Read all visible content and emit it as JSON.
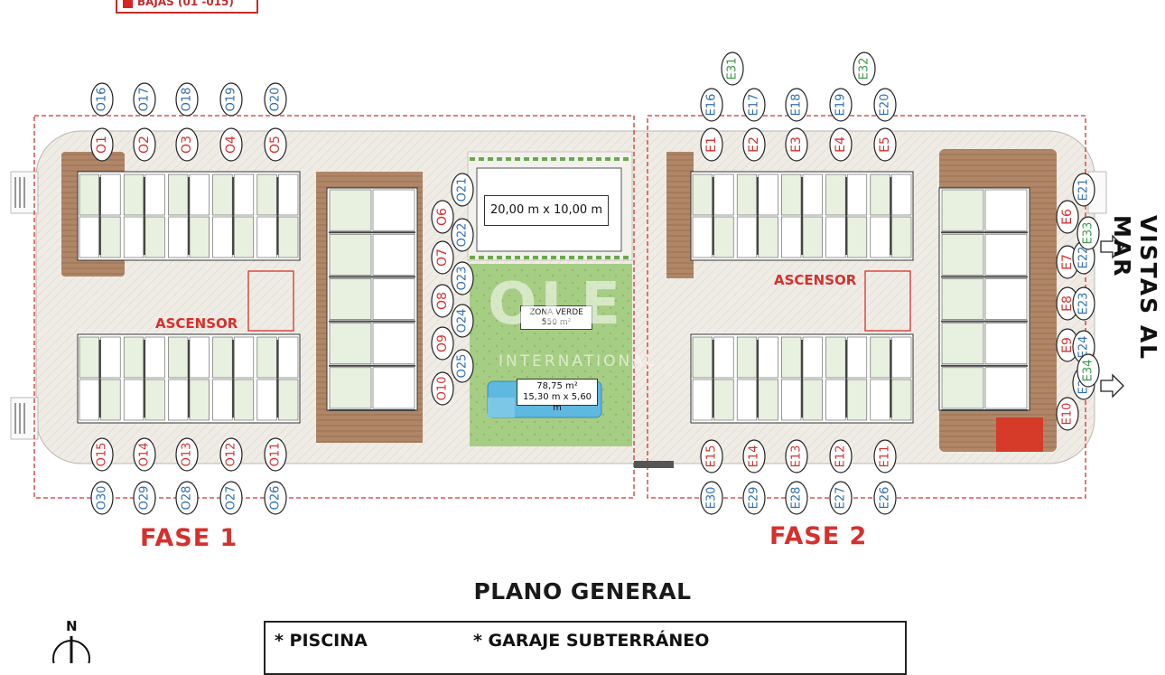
{
  "legend": {
    "label": "BAJAS (01 -015)",
    "color": "#d92424"
  },
  "phases": {
    "phase1": "FASE 1",
    "phase2": "FASE 2"
  },
  "title": "PLANO GENERAL",
  "notes": {
    "pool": "* PISCINA",
    "garage": "* GARAJE SUBTERRÁNEO"
  },
  "side_label": "VISTAS AL MAR",
  "dimensions": {
    "court": "20,00 m x 10,00 m"
  },
  "zona_verde": {
    "name": "ZONA VERDE",
    "area": "550 m²"
  },
  "pool": {
    "area": "78,75 m²",
    "size": "15,30 m x 5,60 m"
  },
  "elevator": "ASCENSOR",
  "watermark": {
    "logo": "OLE",
    "sub": "INTERNATIONAL"
  },
  "compass": "N",
  "colors": {
    "red": "#d6302d",
    "blue": "#2f6fb3",
    "green": "#3a9b4a",
    "ground": "#ece9e3",
    "wood": "#a77e5e",
    "lawn": "#9fca7e",
    "room": "#e8f0df",
    "pool": "#5fb8df"
  },
  "units": {
    "fase1_top_red": [
      "O1",
      "O2",
      "O3",
      "O4",
      "O5"
    ],
    "fase1_top_blue": [
      "O16",
      "O17",
      "O18",
      "O19",
      "O20"
    ],
    "fase1_bottom_red": [
      "O15",
      "O14",
      "O13",
      "O12",
      "O11"
    ],
    "fase1_bottom_blue": [
      "O30",
      "O29",
      "O28",
      "O27",
      "O26"
    ],
    "fase1_east_red": [
      "O6",
      "O7",
      "O8",
      "O9",
      "O10"
    ],
    "fase1_east_blue": [
      "O21",
      "O22",
      "O23",
      "O24",
      "O25"
    ],
    "fase2_top_red": [
      "E1",
      "E2",
      "E3",
      "E4",
      "E5"
    ],
    "fase2_top_blue": [
      "E16",
      "E17",
      "E18",
      "E19",
      "E20"
    ],
    "fase2_top_green": [
      "E31",
      "E32"
    ],
    "fase2_bottom_red": [
      "E15",
      "E14",
      "E13",
      "E12",
      "E11"
    ],
    "fase2_bottom_blue": [
      "E30",
      "E29",
      "E28",
      "E27",
      "E26"
    ],
    "fase2_east_red": [
      "E6",
      "E7",
      "E8",
      "E9",
      "E10"
    ],
    "fase2_east_blue": [
      "E21",
      "E22",
      "E23",
      "E24",
      "E25"
    ],
    "fase2_east_green": [
      "E33",
      "E34"
    ]
  }
}
